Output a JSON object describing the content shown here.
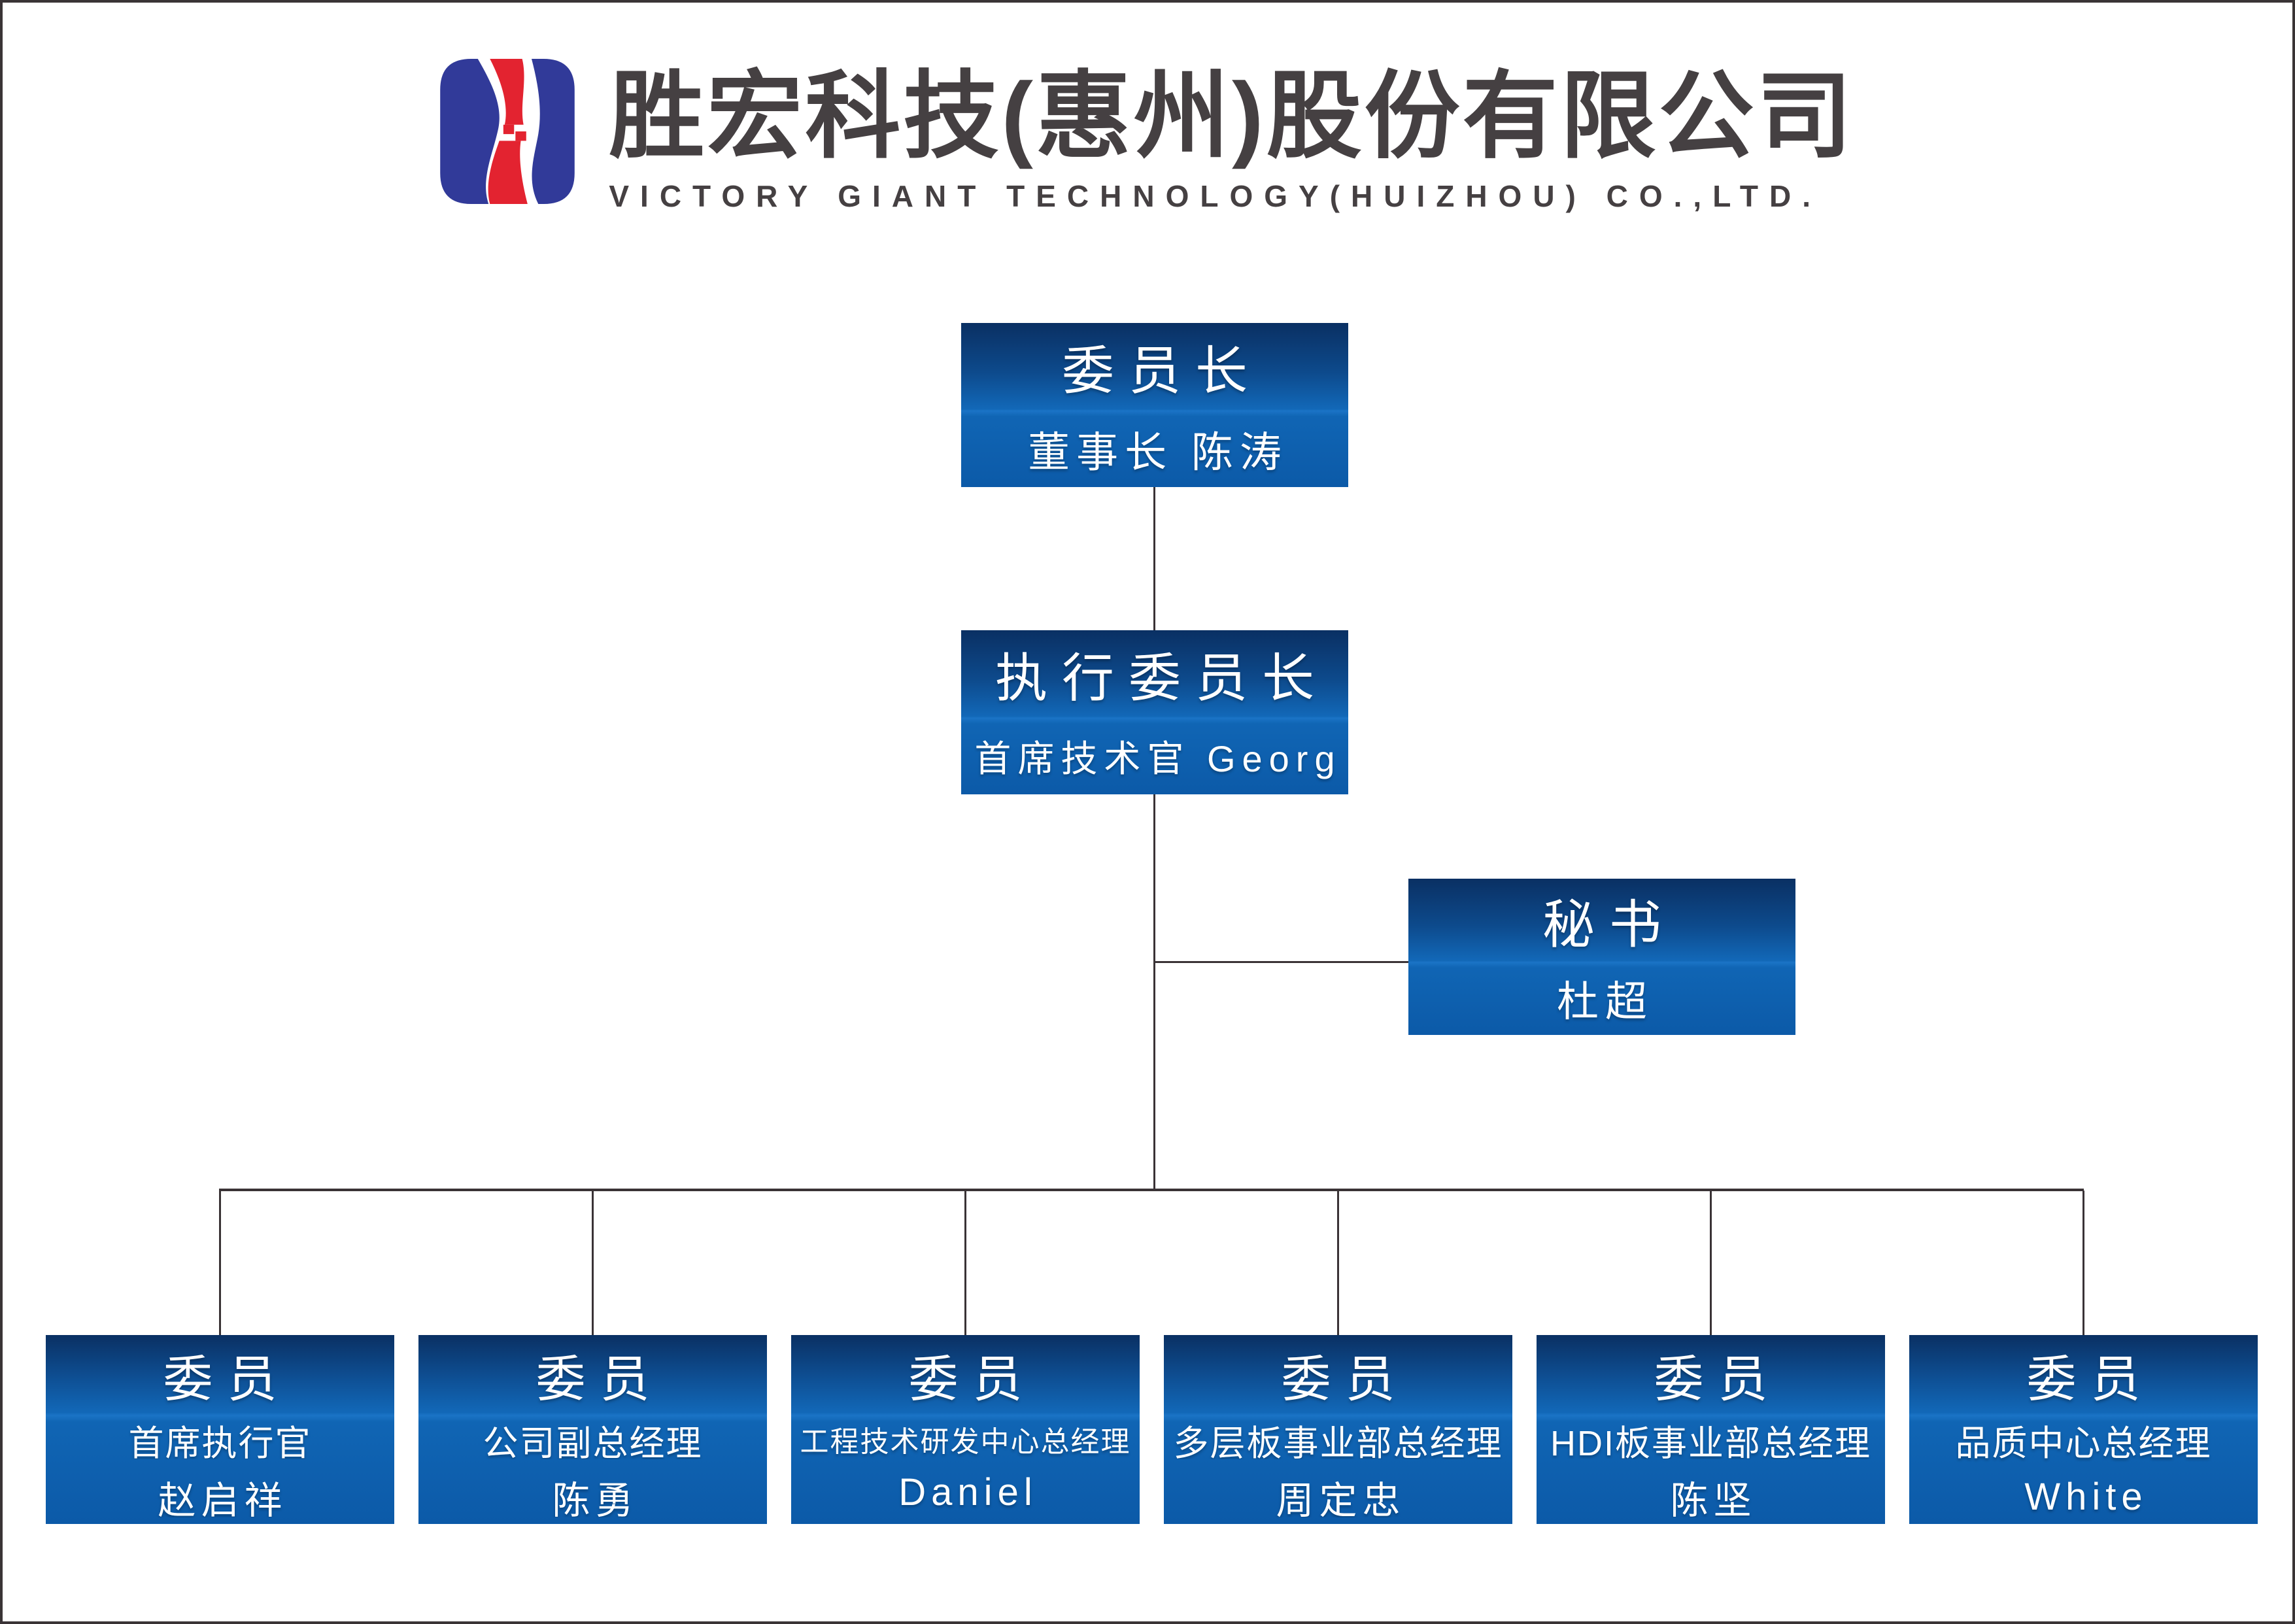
{
  "header": {
    "logo_icon": "victory-giant-logo",
    "company_name_zh": "胜宏科技(惠州)股份有限公司",
    "company_name_en": "VICTORY GIANT TECHNOLOGY(HUIZHOU) CO.,LTD."
  },
  "colors": {
    "box_gradient_top": "#0a3063",
    "box_gradient_mid": "#1268b8",
    "box_gradient_bottom": "#0c5aa8",
    "connector_line": "#3a3336",
    "page_border": "#3a3436",
    "header_text": "#454042",
    "logo_blue": "#313a99",
    "logo_red": "#e32330",
    "box_text": "#ffffff"
  },
  "org": {
    "chairman": {
      "title": "委员长",
      "subtitle": "董事长 陈涛"
    },
    "exec_chairman": {
      "title": "执行委员长",
      "subtitle": "首席技术官 Georg"
    },
    "secretary": {
      "title": "秘书",
      "subtitle": "杜超"
    },
    "members": [
      {
        "title": "委员",
        "role": "首席执行官",
        "name": "赵启祥"
      },
      {
        "title": "委员",
        "role": "公司副总经理",
        "name": "陈勇"
      },
      {
        "title": "委员",
        "role": "工程技术研发中心总经理",
        "name": "Daniel"
      },
      {
        "title": "委员",
        "role": "多层板事业部总经理",
        "name": "周定忠"
      },
      {
        "title": "委员",
        "role": "HDI板事业部总经理",
        "name": "陈坚"
      },
      {
        "title": "委员",
        "role": "品质中心总经理",
        "name": "White"
      }
    ]
  }
}
